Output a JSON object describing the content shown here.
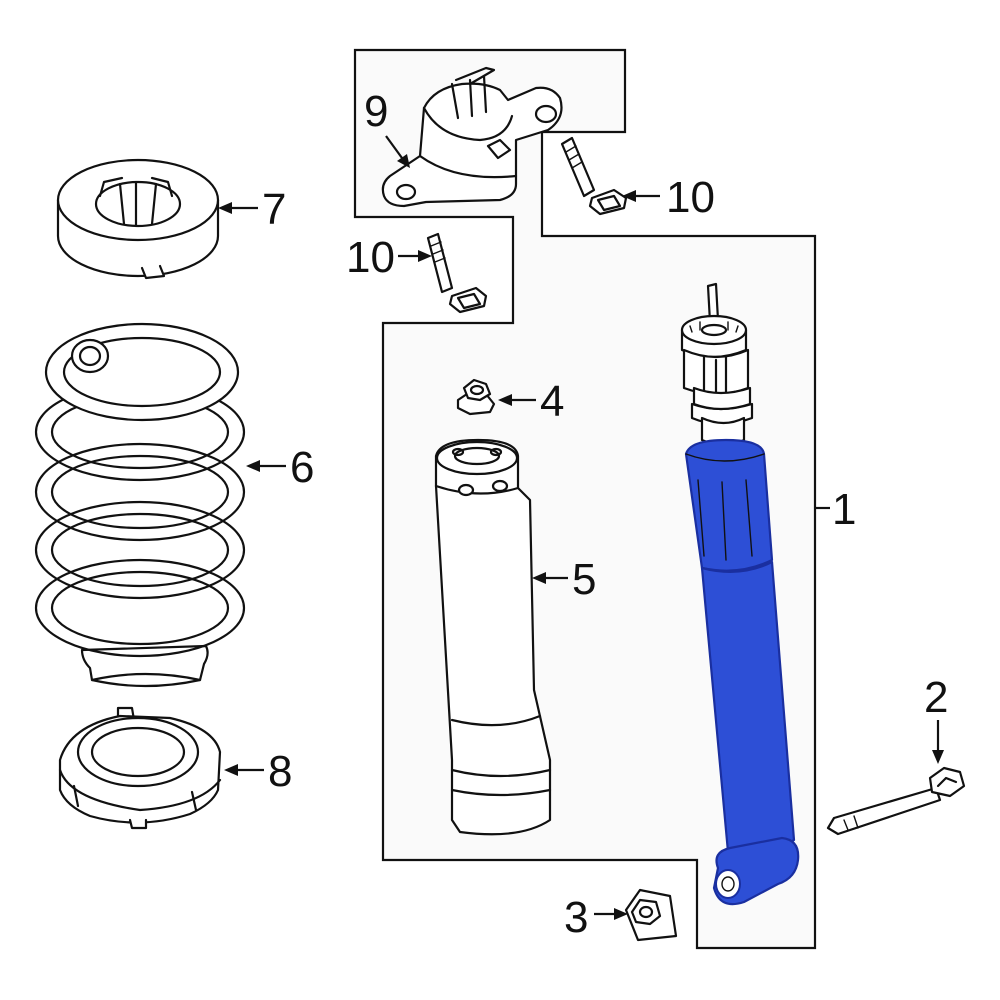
{
  "colors": {
    "highlight": "#2d4fd6",
    "highlight_dark": "#1a2fa0",
    "line": "#111111",
    "group_fill": "#fafafa",
    "background": "#ffffff"
  },
  "callouts": {
    "c1": "1",
    "c2": "2",
    "c3": "3",
    "c4": "4",
    "c5": "5",
    "c6": "6",
    "c7": "7",
    "c8": "8",
    "c9": "9",
    "c10a": "10",
    "c10b": "10"
  }
}
